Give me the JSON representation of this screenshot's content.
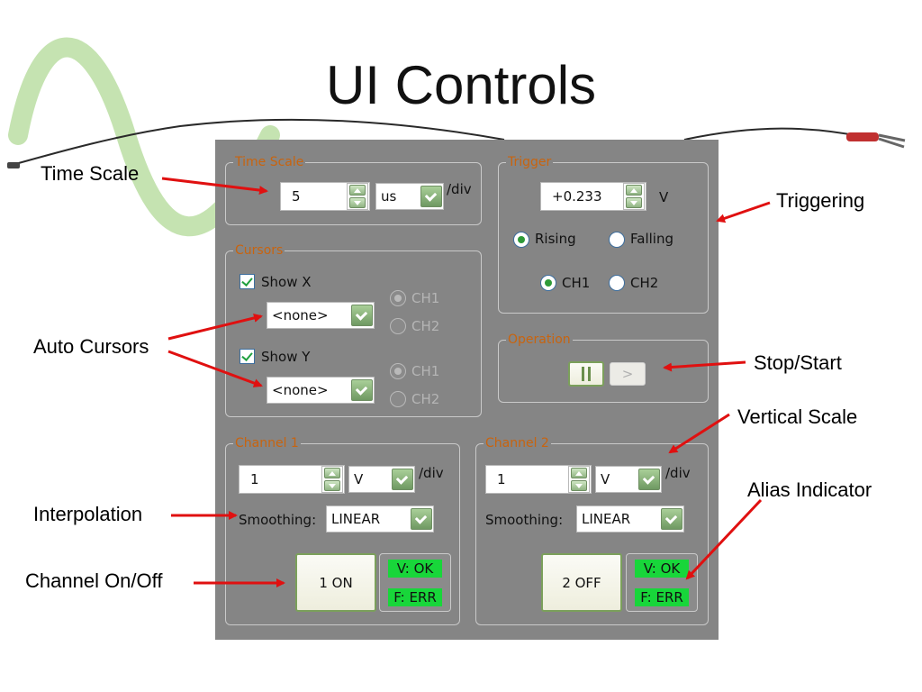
{
  "slide": {
    "title": "UI Controls"
  },
  "callouts": {
    "time_scale": "Time Scale",
    "triggering": "Triggering",
    "auto_cursors": "Auto Cursors",
    "stop_start": "Stop/Start",
    "vertical_scale": "Vertical Scale",
    "alias_indicator": "Alias Indicator",
    "interpolation": "Interpolation",
    "channel_onoff": "Channel On/Off"
  },
  "colors": {
    "panel_bg": "#858585",
    "legend_text": "#c8640f",
    "arrow": "#e01010",
    "badge_bg": "#18d63a",
    "accent_green": "#7ba05b"
  },
  "time_scale": {
    "legend": "Time Scale",
    "value": "5",
    "unit": "us",
    "suffix": "/div"
  },
  "trigger": {
    "legend": "Trigger",
    "value": "+0.233",
    "unit": "V",
    "edge_options": [
      "Rising",
      "Falling"
    ],
    "edge_selected": "Rising",
    "channel_options": [
      "CH1",
      "CH2"
    ],
    "channel_selected": "CH1"
  },
  "cursors": {
    "legend": "Cursors",
    "show_x": {
      "label": "Show X",
      "checked": true,
      "select": "<none>",
      "ch1": "CH1",
      "ch2": "CH2"
    },
    "show_y": {
      "label": "Show Y",
      "checked": true,
      "select": "<none>",
      "ch1": "CH1",
      "ch2": "CH2"
    }
  },
  "operation": {
    "legend": "Operation",
    "pause_icon": "pause-icon",
    "play_label": ">"
  },
  "channel1": {
    "legend": "Channel 1",
    "value": "1",
    "unit": "V",
    "suffix": "/div",
    "smoothing_label": "Smoothing:",
    "smoothing": "LINEAR",
    "button": "1 ON",
    "v_status": "V: OK",
    "f_status": "F: ERR"
  },
  "channel2": {
    "legend": "Channel 2",
    "value": "1",
    "unit": "V",
    "suffix": "/div",
    "smoothing_label": "Smoothing:",
    "smoothing": "LINEAR",
    "button": "2 OFF",
    "v_status": "V: OK",
    "f_status": "F: ERR"
  }
}
